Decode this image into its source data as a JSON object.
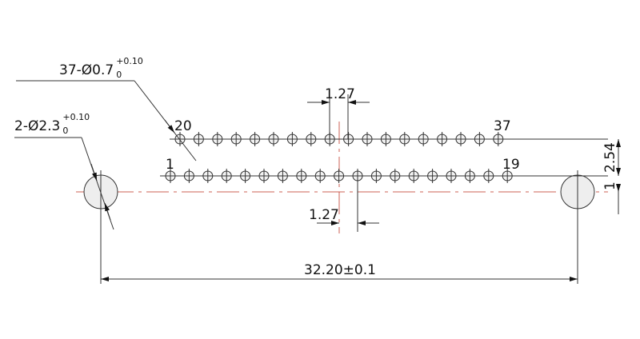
{
  "drawing": {
    "pin_callout": {
      "main": "37-Ø0.7",
      "upper_tol": "+0.10",
      "lower_tol": "0"
    },
    "mount_callout": {
      "main": "2-Ø2.3",
      "upper_tol": "+0.10",
      "lower_tol": "0"
    },
    "pin_labels": {
      "row1_first": "1",
      "row1_last": "19",
      "row2_first": "20",
      "row2_last": "37"
    },
    "dims": {
      "pitch_top": "1.27",
      "pitch_bottom": "1.27",
      "row_spacing": "2.54",
      "row_offset": "1",
      "mount_spacing": "32.20±0.1"
    },
    "counts": {
      "row1_pins": 19,
      "row2_pins": 18
    },
    "colors": {
      "centerline": "#c0392b",
      "lines": "#333333"
    }
  }
}
